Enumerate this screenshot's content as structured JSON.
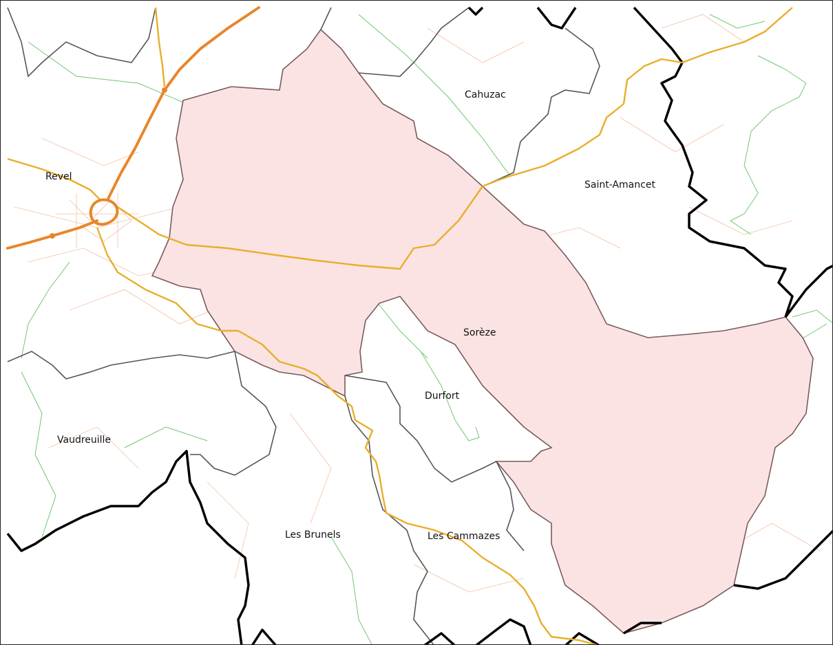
{
  "map": {
    "colors": {
      "background": "#ffffff",
      "highlight_fill": "#fbe3e3",
      "highlight_border": "#7a5a5a",
      "commune_border": "#555555",
      "department_border": "#000000",
      "primary_road": "#e8862a",
      "secondary_road": "#e8ae2a",
      "minor_road": "#f3b89a",
      "waterway": "#62c062"
    },
    "highlighted_commune": "Sorèze",
    "labels": {
      "revel": "Revel",
      "cahuzac": "Cahuzac",
      "saint_amancet": "Saint-Amancet",
      "soreze": "Sorèze",
      "durfort": "Durfort",
      "vaudreuille": "Vaudreuille",
      "les_brunels": "Les Brunels",
      "les_cammazes": "Les Cammazes"
    }
  }
}
